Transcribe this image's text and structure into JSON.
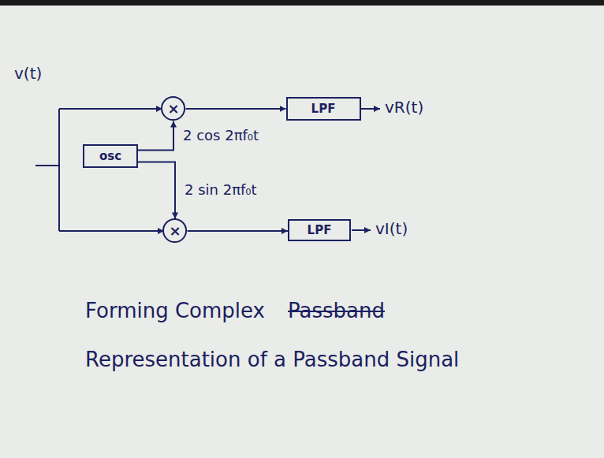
{
  "diagram": {
    "nodes": [
      {
        "text": [
          "×"
        ]
      },
      {
        "text": [
          "LPF"
        ]
      },
      {
        "text": [
          "osc"
        ]
      },
      {
        "text": [
          "×"
        ]
      },
      {
        "text": [
          "LPF"
        ]
      }
    ],
    "edges": [
      {
        "from": 0,
        "to": 1,
        "arrow": "to"
      },
      {
        "from": 2,
        "to": 0,
        "label": "2 cos 2πf₀t",
        "arrow": "to"
      },
      {
        "from": 2,
        "to": 3,
        "label": "2 sin 2πf₀t",
        "arrow": "to"
      },
      {
        "from": 3,
        "to": 4,
        "arrow": "to"
      }
    ],
    "labels": [
      "v(t)",
      "vR(t)",
      "vI(t)",
      "Forming Complex",
      "Passband",
      "Representation of a Passband Signal"
    ]
  }
}
